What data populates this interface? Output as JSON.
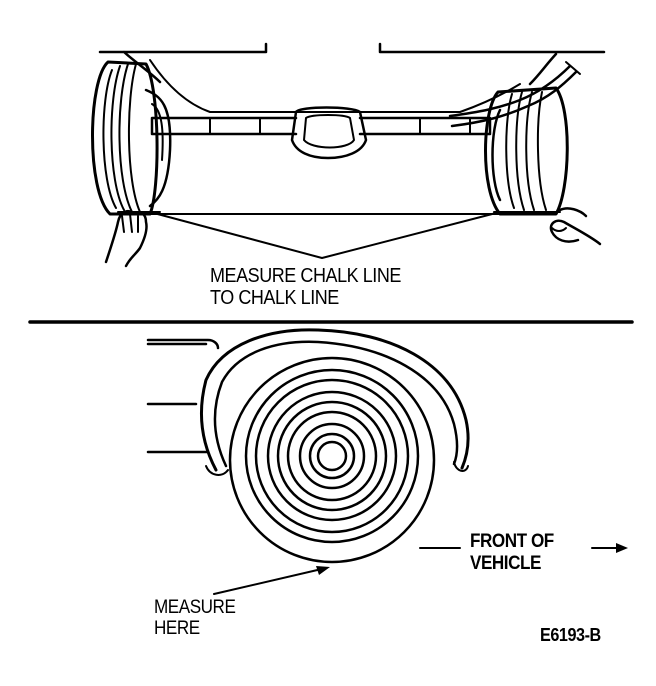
{
  "labels": {
    "chalk_line_1": "MEASURE CHALK LINE",
    "chalk_line_2": "TO CHALK LINE",
    "front_1": "FRONT OF",
    "front_2": "VEHICLE",
    "measure_1": "MEASURE",
    "measure_2": "HERE",
    "figure_id": "E6193-B"
  },
  "colors": {
    "ink": "#000000",
    "paper": "#ffffff"
  }
}
